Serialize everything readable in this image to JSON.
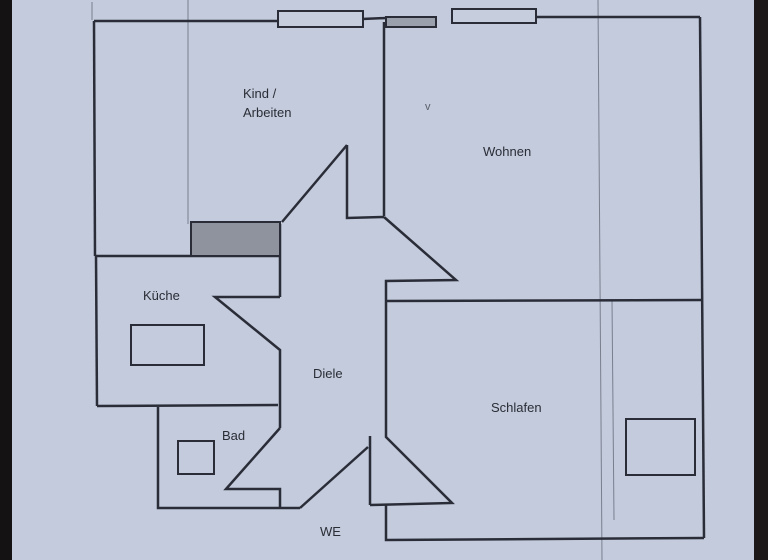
{
  "floor_plan": {
    "colors": {
      "paper": "#c3cbdc",
      "wall": "#2a2d38",
      "guide_line": "#7a7f8e",
      "chimney_fill": "#8e939d",
      "background": "#1a1617"
    },
    "rooms": [
      {
        "id": "kind",
        "label_line1": "Kind /",
        "label_line2": "Arbeiten"
      },
      {
        "id": "wohnen",
        "label": "Wohnen"
      },
      {
        "id": "kueche",
        "label": "Küche"
      },
      {
        "id": "diele",
        "label": "Diele"
      },
      {
        "id": "bad",
        "label": "Bad"
      },
      {
        "id": "schlafen",
        "label": "Schlafen"
      },
      {
        "id": "we",
        "label": "WE"
      }
    ]
  }
}
